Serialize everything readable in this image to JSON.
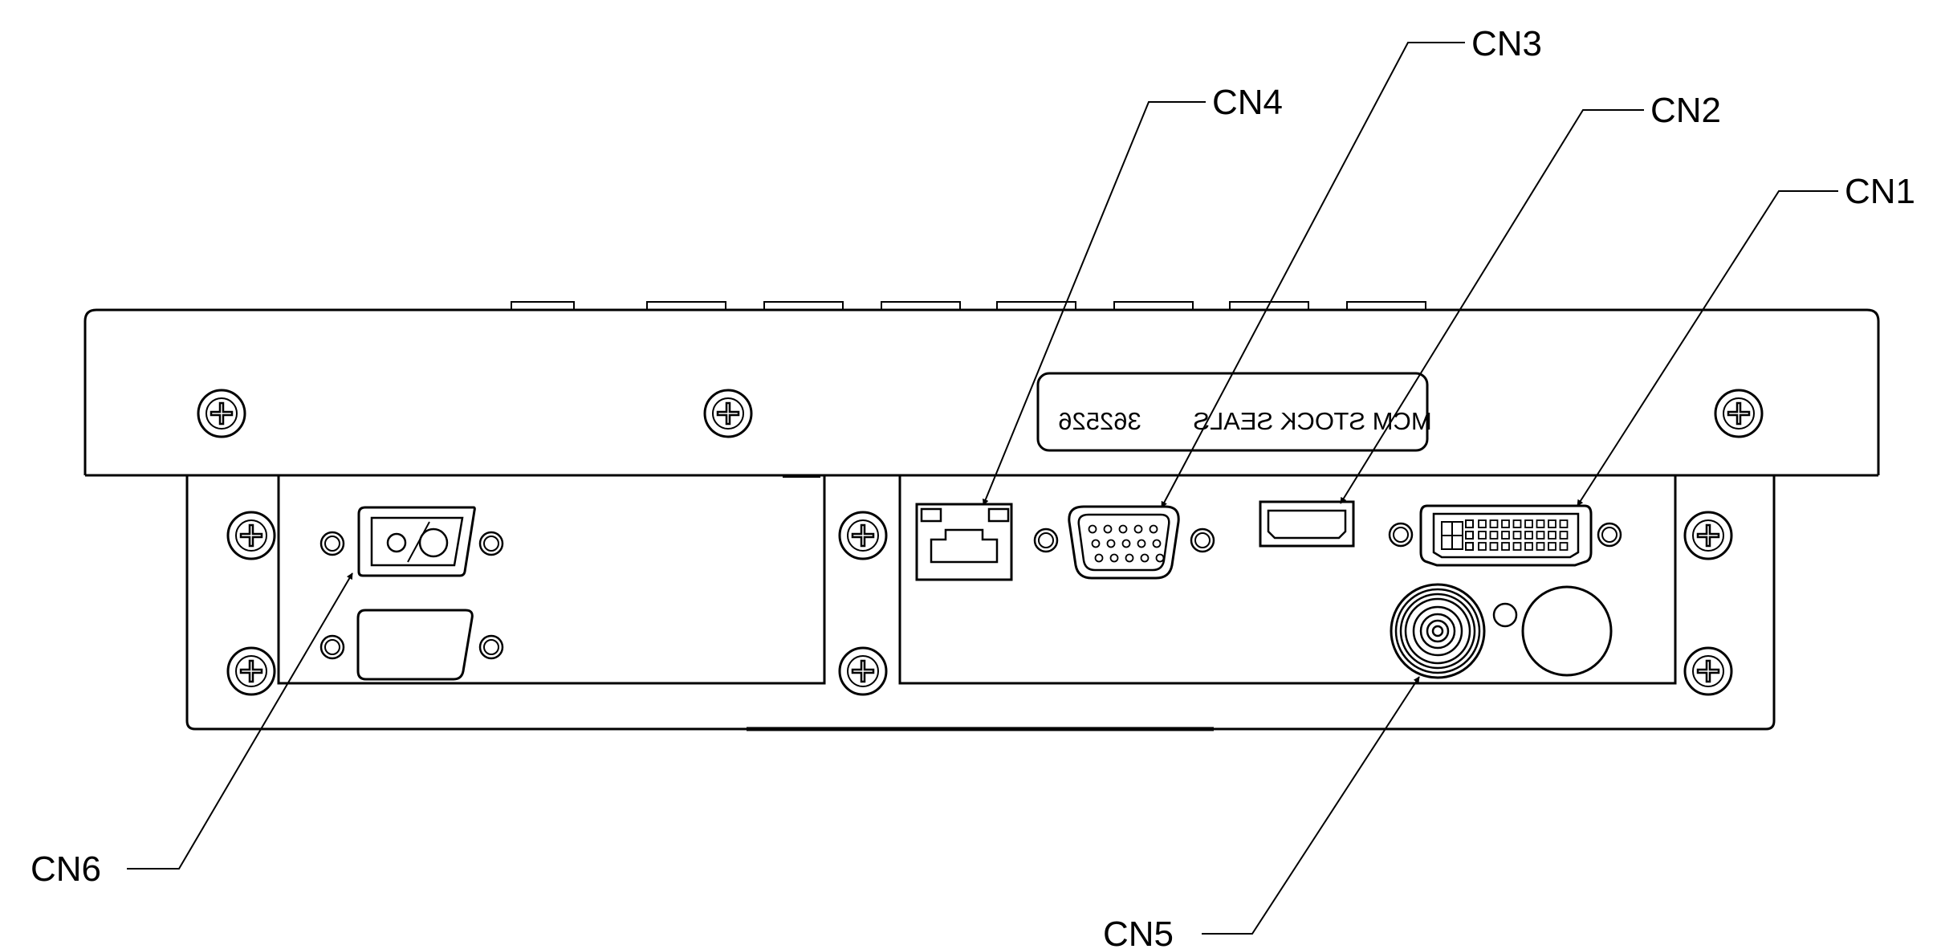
{
  "callouts": {
    "cn1": "CN1",
    "cn2": "CN2",
    "cn3": "CN3",
    "cn4": "CN4",
    "cn5": "CN5",
    "cn6": "CN6"
  },
  "label_plate": {
    "part_number": "362526",
    "maker_text": "MCM STOCK SEALS"
  },
  "colors": {
    "line": "#000000",
    "background": "#ffffff"
  }
}
